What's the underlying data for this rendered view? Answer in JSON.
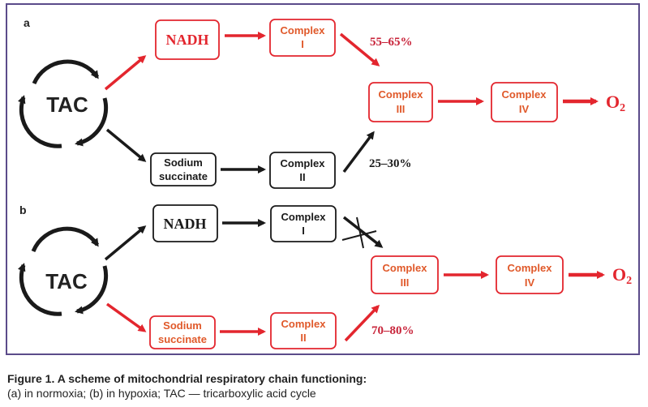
{
  "panels": {
    "a": {
      "label": "a",
      "tac": "TAC",
      "nadh": "NADH",
      "succinate": [
        "Sodium",
        "succinate"
      ],
      "complex1": [
        "Complex",
        "I"
      ],
      "complex2": [
        "Complex",
        "II"
      ],
      "complex3": [
        "Complex",
        "III"
      ],
      "complex4": [
        "Complex",
        "IV"
      ],
      "pct_nadh": "55–65%",
      "pct_succinate": "25–30%",
      "o2": "O",
      "o2_sub": "2"
    },
    "b": {
      "label": "b",
      "tac": "TAC",
      "nadh": "NADH",
      "succinate": [
        "Sodium",
        "succinate"
      ],
      "complex1": [
        "Complex",
        "I"
      ],
      "complex2": [
        "Complex",
        "II"
      ],
      "complex3": [
        "Complex",
        "III"
      ],
      "complex4": [
        "Complex",
        "IV"
      ],
      "pct_succinate": "70–80%",
      "o2": "O",
      "o2_sub": "2"
    }
  },
  "caption": {
    "title": "Figure 1. A scheme of mitochondrial respiratory chain functioning:",
    "text": "(a) in normoxia; (b) in hypoxia; TAC — tricarboxylic acid cycle"
  },
  "colors": {
    "red": "#e3262e",
    "orange_text": "#e0592a",
    "dark": "#1a1a1a",
    "frame": "#5b4b8a"
  }
}
